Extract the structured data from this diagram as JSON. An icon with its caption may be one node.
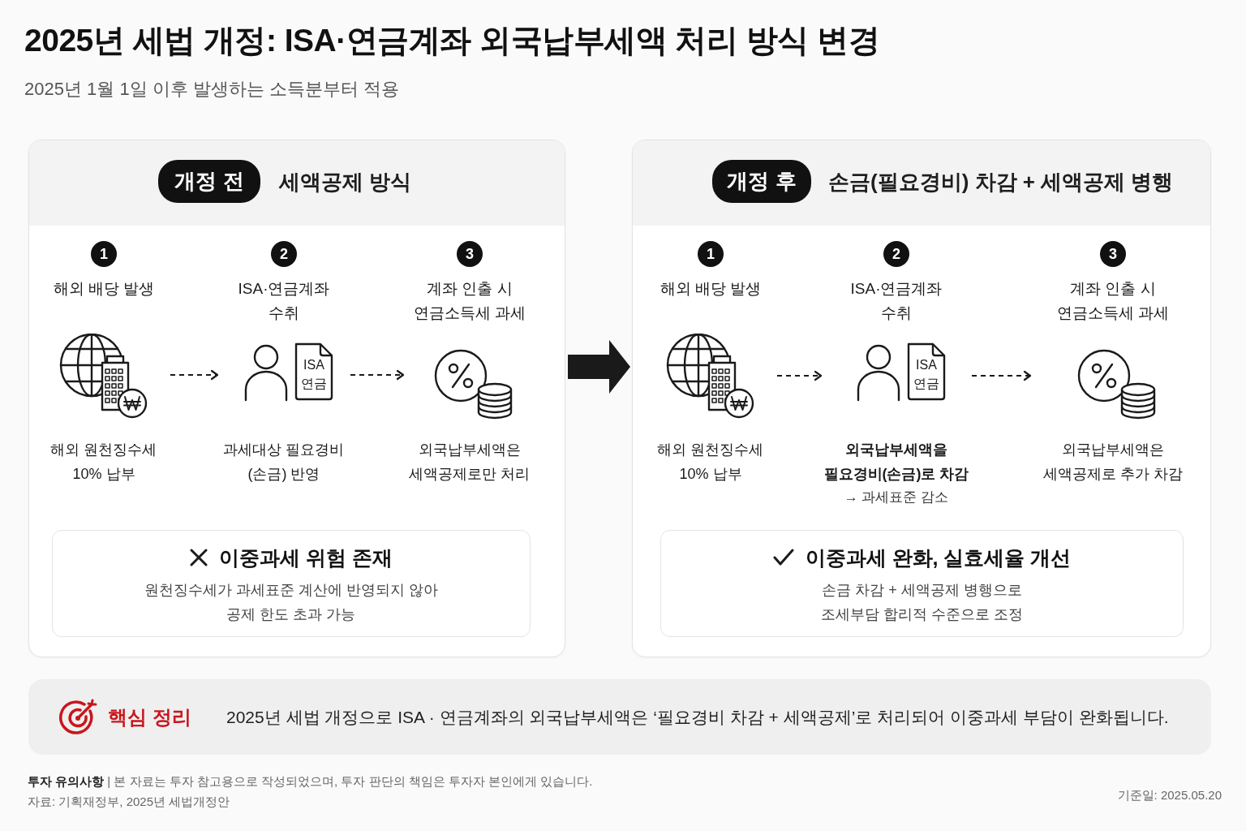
{
  "diagram": {
    "title": "2025년 세법 개정: ISA·연금계좌 외국납부세액 처리 방식 변경",
    "nodes": [
      {
        "text": [
          "세액공제 방식"
        ]
      },
      {
        "text": [
          "개정 전"
        ],
        "in": 0
      },
      {
        "text": [
          "1",
          "해외 배당 발생",
          "해외 원천징수세 10% 납부"
        ],
        "in": 0
      },
      {
        "text": [
          "2",
          "ISA·연금계좌 수취",
          "과세대상 필요경비 (손금) 반영"
        ],
        "in": 0
      },
      {
        "text": [
          "3",
          "계좌 인출 시 연금소득세 과세",
          "외국납부세액은 세액공제로만 처리"
        ],
        "in": 0
      },
      {
        "text": [
          "이중과세 위험 존재",
          "원천징수세가 과세표준 계산에 반영되지 않아 공제 한도 초과 가능"
        ],
        "in": 0
      },
      {
        "text": [
          "손금(필요경비) 차감 + 세액공제 병행"
        ]
      },
      {
        "text": [
          "개정 후"
        ],
        "in": 6
      },
      {
        "text": [
          "1",
          "해외 배당 발생",
          "해외 원천징수세 10% 납부"
        ],
        "in": 6
      },
      {
        "text": [
          "2",
          "ISA·연금계좌 수취",
          "외국납부세액을 필요경비(손금)로 차감",
          "→ 과세표준 감소"
        ],
        "in": 6
      },
      {
        "text": [
          "3",
          "계좌 인출 시 연금소득세 과세",
          "외국납부세액은 세액공제로 추가 차감"
        ],
        "in": 6
      },
      {
        "text": [
          "이중과세 완화, 실효세율 개선",
          "손금 차감 + 세액공제 병행으로 조세부담 합리적 수준으로 조정"
        ],
        "in": 6
      },
      {
        "text": [
          "핵심 정리",
          "2025년 세법 개정으로 ISA · 연금계좌의 외국납부세액은 ‘필요경비 차감 + 세액공제’로 처리되어 이중과세 부담이 완화됩니다."
        ]
      }
    ],
    "edges": [
      {
        "from": 2,
        "to": 3,
        "arrow": "to",
        "style": "dashed"
      },
      {
        "from": 3,
        "to": 4,
        "arrow": "to",
        "style": "dashed"
      },
      {
        "from": 0,
        "to": 6,
        "arrow": "to",
        "style": "thick"
      },
      {
        "from": 8,
        "to": 9,
        "arrow": "to",
        "style": "dashed"
      },
      {
        "from": 9,
        "to": 10,
        "arrow": "to",
        "style": "dashed"
      }
    ],
    "labels": [
      "2025년 1월 1일 이후 발생하는 소득분부터 적용",
      "ISA",
      "연금",
      "ISA",
      "연금",
      "**투자 유의사항** | 본 자료는 투자 참고용으로 작성되었으며, 투자 판단의 책임은 투자자 본인에게 있습니다.",
      "자료: 기획재정부, 2025년 세법개정안",
      "기준일: 2025.05.20"
    ]
  }
}
